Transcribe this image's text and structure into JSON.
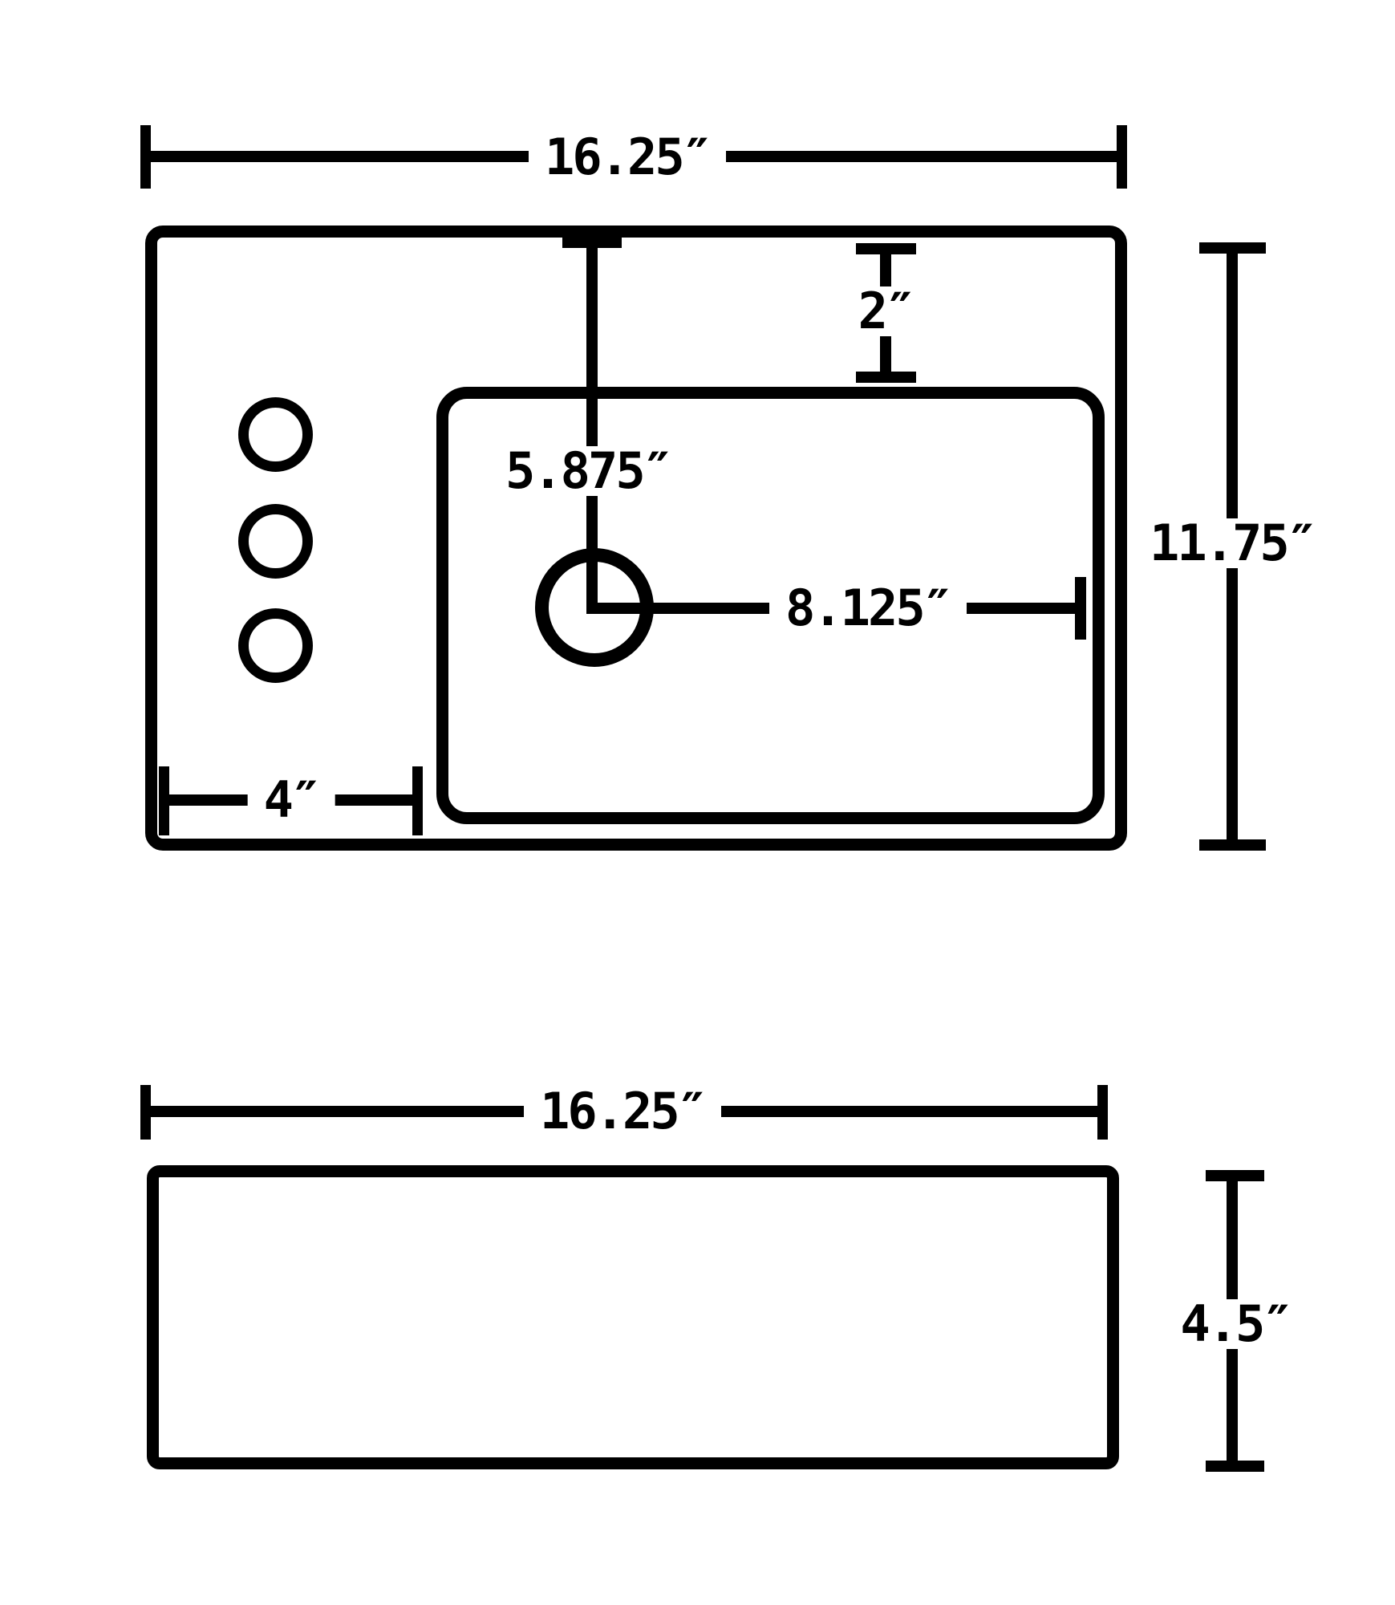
{
  "diagram": {
    "type": "sink-dimension-drawing",
    "background_color": "#ffffff",
    "line_color": "#000000",
    "top_view": {
      "overall_width": "16.25″",
      "overall_depth": "11.75″",
      "basin_offset_from_top": "2″",
      "drain_center_from_top": "5.875″",
      "drain_center_to_right": "8.125″",
      "faucet_holes_span": "4″",
      "faucet_hole_count": 3,
      "drain_hole_count": 1
    },
    "side_view": {
      "overall_width": "16.25″",
      "overall_height": "4.5″"
    }
  }
}
